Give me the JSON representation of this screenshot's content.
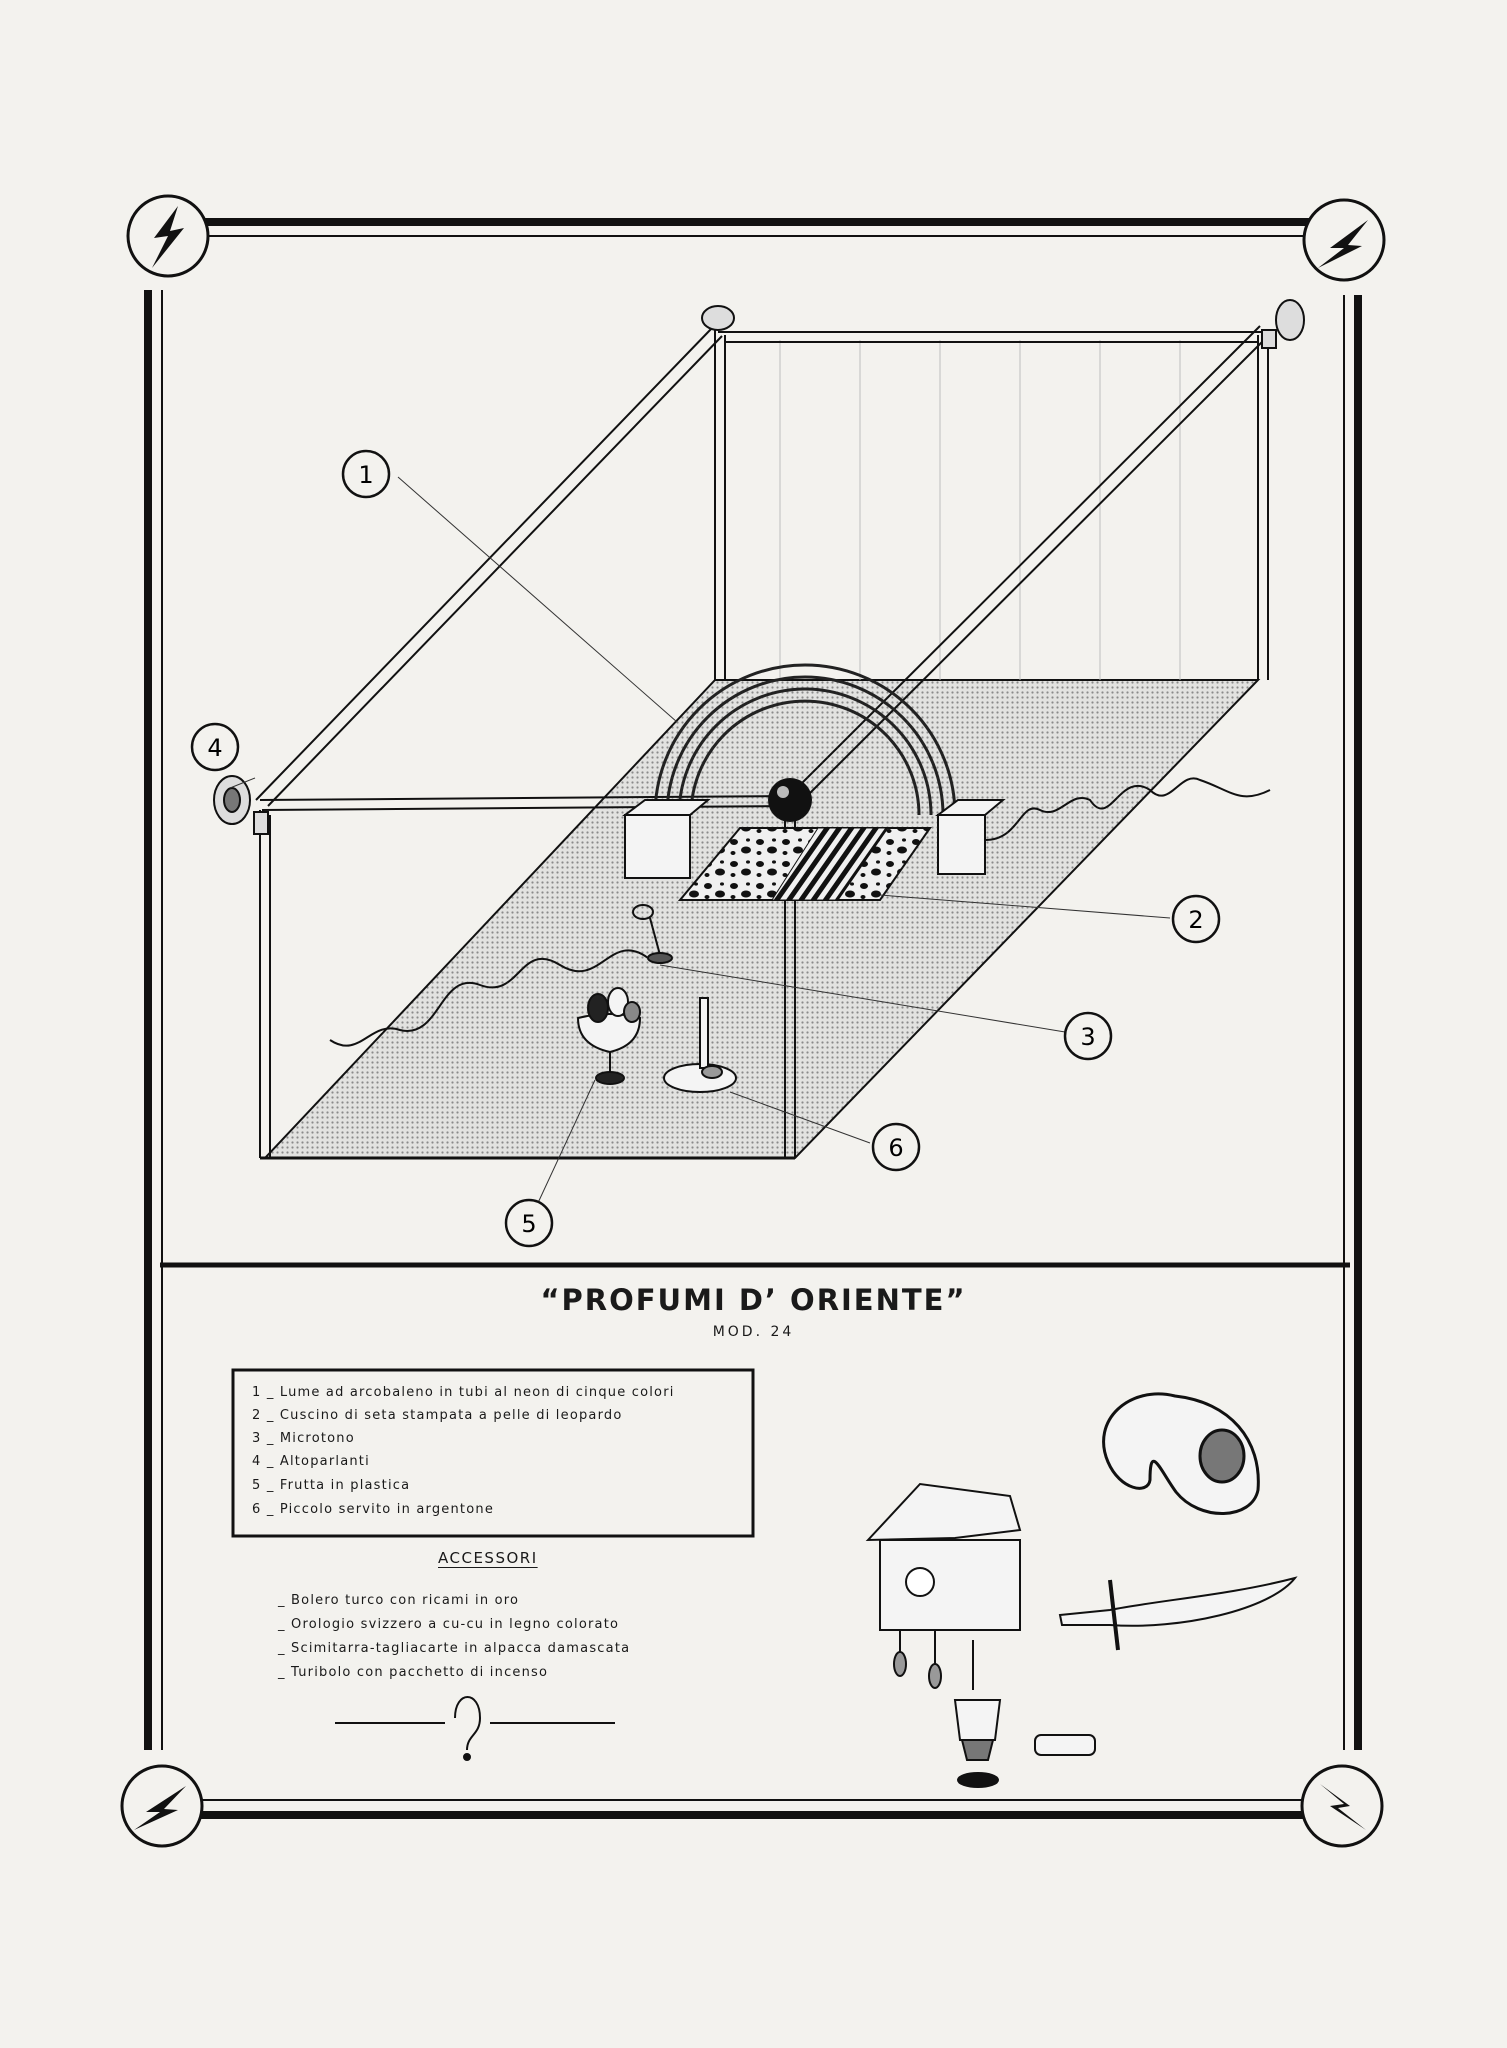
{
  "title": "“PROFUMI D’ ORIENTE”",
  "model": "MOD. 24",
  "callouts": [
    "1",
    "2",
    "3",
    "4",
    "5",
    "6"
  ],
  "legend": [
    {
      "num": "1",
      "text": "Lume ad arcobaleno in tubi al neon di cinque colori"
    },
    {
      "num": "2",
      "text": "Cuscino di seta stampata a pelle di leopardo"
    },
    {
      "num": "3",
      "text": "Microtono"
    },
    {
      "num": "4",
      "text": "Altoparlanti"
    },
    {
      "num": "5",
      "text": "Frutta in plastica"
    },
    {
      "num": "6",
      "text": "Piccolo servito in argentone"
    }
  ],
  "accessories": {
    "heading": "ACCESSORI",
    "items": [
      "Bolero turco con ricami in oro",
      "Orologio svizzero a cu-cu in legno colorato",
      "Scimitarra-tagliacarte in alpacca damascata",
      "Turibolo con pacchetto di incenso"
    ]
  },
  "corner_icons": [
    "lightning-bolt-icon",
    "lightning-bolt-icon",
    "lightning-bolt-icon",
    "lightning-bolt-icon"
  ],
  "colors": {
    "paper": "#f3f2ee",
    "ink": "#111111",
    "floor": "#cfcfcf"
  }
}
